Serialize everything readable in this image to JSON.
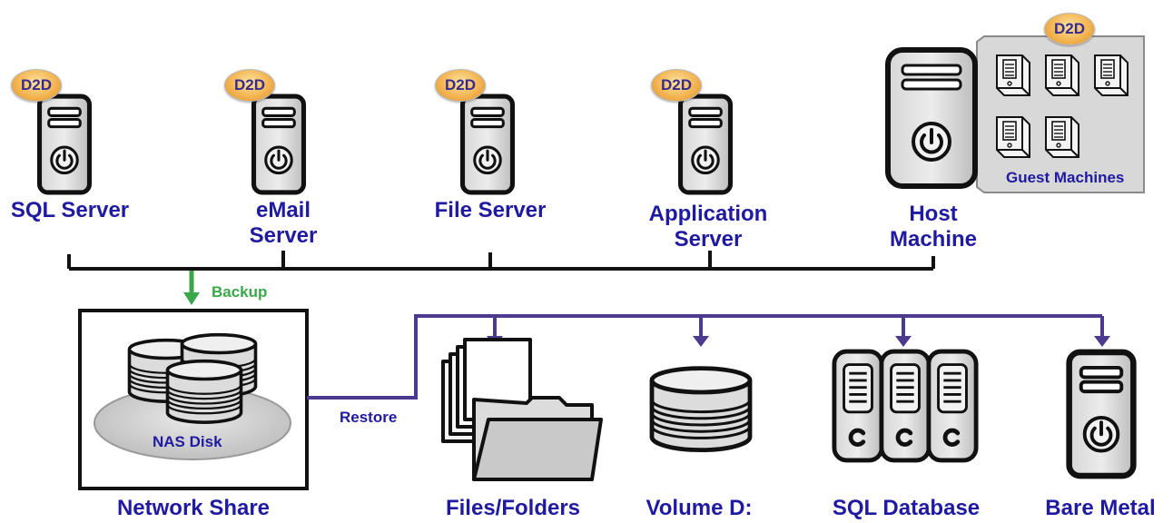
{
  "badge": "D2D",
  "sources": [
    {
      "id": "sql-server",
      "label": "SQL Server"
    },
    {
      "id": "email-server",
      "label": "eMail\nServer"
    },
    {
      "id": "file-server",
      "label": "File Server"
    },
    {
      "id": "application-server",
      "label": "Application\nServer"
    },
    {
      "id": "host-machine",
      "label": "Host\nMachine"
    }
  ],
  "guest_machines_label": "Guest Machines",
  "backup_label": "Backup",
  "restore_label": "Restore",
  "nas_disk_label": "NAS Disk",
  "network_share_label": "Network Share",
  "targets": [
    {
      "id": "files-folders",
      "label": "Files/Folders"
    },
    {
      "id": "volume-d",
      "label": "Volume D:"
    },
    {
      "id": "sql-database",
      "label": "SQL Database"
    },
    {
      "id": "bare-metal",
      "label": "Bare Metal"
    }
  ],
  "colors": {
    "label": "#1f1aa0",
    "backup": "#3aa84a",
    "restore": "#4b3a8e",
    "line": "#111111",
    "badge": "#f3b552"
  }
}
